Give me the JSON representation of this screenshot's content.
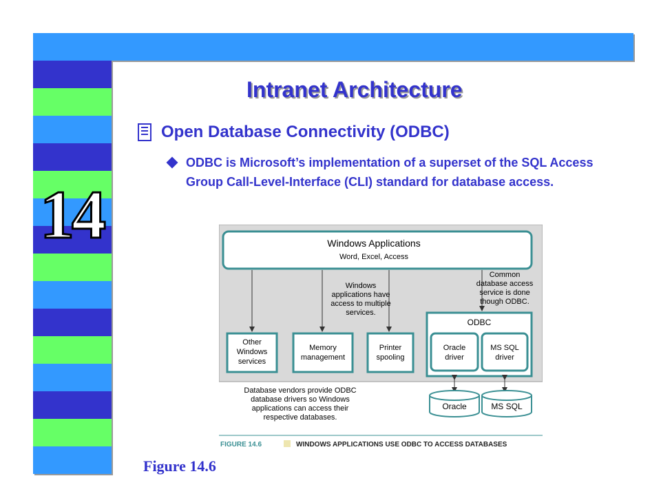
{
  "slide": {
    "chapter": "14",
    "title": "Intranet Architecture",
    "heading": "Open Database Connectivity (ODBC)",
    "bullet": "ODBC is Microsoft’s implementation of a superset of the SQL Access Group Call-Level-Interface (CLI) standard for database access.",
    "figure_caption": "Figure 14.6"
  },
  "colors": {
    "accent": "#3333cc",
    "topbar": "#3399ff",
    "stripe_green": "#66ff66",
    "stripe_blue": "#3399ff",
    "stripe_navy": "#3333cc",
    "diagram_teal": "#3a8f93",
    "diagram_panel": "#d9d9d9"
  },
  "diagram": {
    "apps_title": "Windows Applications",
    "apps_subtitle": "Word, Excel, Access",
    "note_services_1": "Windows",
    "note_services_2": "applications have",
    "note_services_3": "access to multiple",
    "note_services_4": "services.",
    "note_common_1": "Common",
    "note_common_2": "database access",
    "note_common_3": "service is done",
    "note_common_4": "though ODBC.",
    "box_other_1": "Other",
    "box_other_2": "Windows",
    "box_other_3": "services",
    "box_memory_1": "Memory",
    "box_memory_2": "management",
    "box_printer_1": "Printer",
    "box_printer_2": "spooling",
    "odbc_label": "ODBC",
    "oracle_driver_1": "Oracle",
    "oracle_driver_2": "driver",
    "mssql_driver_1": "MS SQL",
    "mssql_driver_2": "driver",
    "vendor_note_1": "Database vendors provide ODBC",
    "vendor_note_2": "database drivers so Windows",
    "vendor_note_3": "applications can access their",
    "vendor_note_4": "respective databases.",
    "db_oracle": "Oracle",
    "db_mssql": "MS SQL",
    "figure_number": "FIGURE 14.6",
    "figure_title": "WINDOWS APPLICATIONS USE ODBC TO ACCESS DATABASES"
  }
}
